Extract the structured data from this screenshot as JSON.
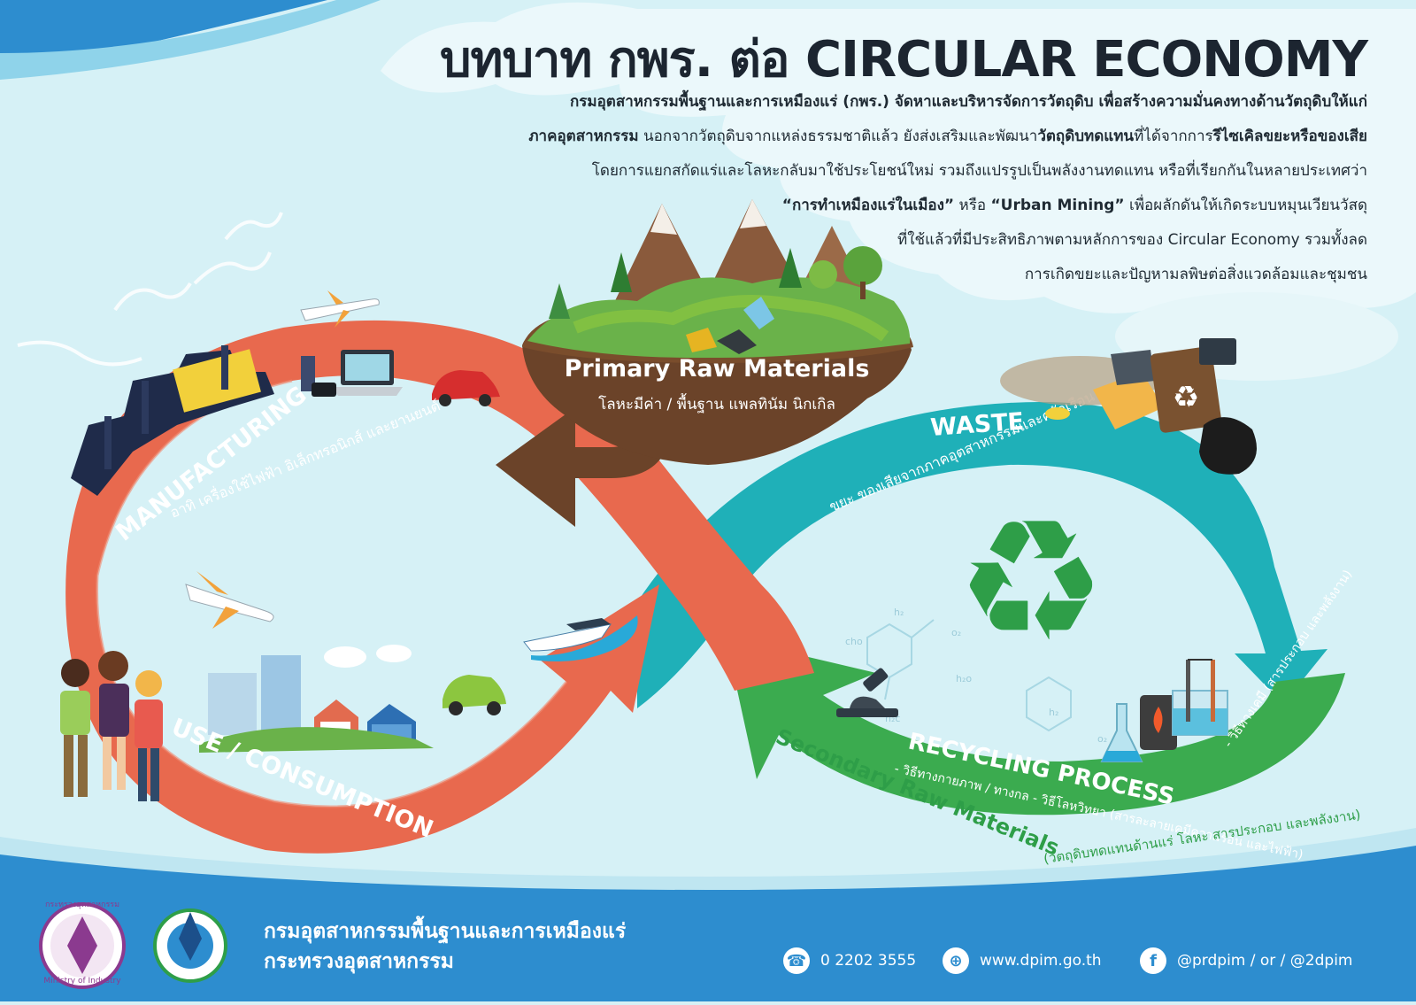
{
  "title": "บทบาท กพร. ต่อ CIRCULAR ECONOMY",
  "intro": {
    "l1_b": "กรมอุตสาหกรรมพื้นฐานและการเหมืองแร่ (กพร.) จัดหาและบริหารจัดการวัตถุดิบ เพื่อสร้างความมั่นคงทางด้านวัตถุดิบให้แก่",
    "l2_b1": "ภาคอุตสาหกรรม",
    "l2_t1": " นอกจากวัตถุดิบจากแหล่งธรรมชาติแล้ว ยังส่งเสริมและพัฒนา",
    "l2_b2": "วัตถุดิบทดแทน",
    "l2_t2": "ที่ได้จากการ",
    "l2_b3": "รีไซเคิลขยะหรือของเสีย",
    "l3": "โดยการแยกสกัดแร่และโลหะกลับมาใช้ประโยชน์ใหม่ รวมถึงแปรรูปเป็นพลังงานทดแทน หรือที่เรียกกันในหลายประเทศว่า",
    "l4_b1": "“การทำเหมืองแร่ในเมือง”",
    "l4_t1": " หรือ ",
    "l4_b2": "“Urban Mining”",
    "l4_t2": " เพื่อผลักดันให้เกิดระบบหมุนเวียนวัสดุ",
    "l5": "ที่ใช้แล้วที่มีประสิทธิภาพตามหลักการของ Circular Economy รวมทั้งลด",
    "l6": "การเกิดขยะและปัญหามลพิษต่อสิ่งแวดล้อมและชุมชน"
  },
  "primary": {
    "title": "Primary Raw Materials",
    "subtitle": "โลหะมีค่า / พื้นฐาน แพลทินัม นิกเกิล"
  },
  "manufacturing": {
    "title": "MANUFACTURING",
    "subtitle": "อาทิ เครื่องใช้ไฟฟ้า อิเล็กทรอนิกส์ และยานยนต์"
  },
  "waste": {
    "title": "WASTE",
    "subtitle": "ขยะ ของเสียจากภาคอุตสาหกรรมและครัวเรือน"
  },
  "use": {
    "title": "USE / CONSUMPTION"
  },
  "recycling": {
    "title": "RECYCLING PROCESS",
    "sub1": "- วิธีทางกายภาพ / ทางกล - วิธีโลหวิทยา (สารละลายเคมีความร้อน และไฟฟ้า)",
    "sub2": "- วิธีทางเคมี (สารประกอบ และพลังงาน)"
  },
  "secondary": {
    "title": "Secondary Raw Materials",
    "subtitle": "(วัตถุดิบทดแทนด้านแร่ โลหะ สารประกอบ และพลังงาน)"
  },
  "footer": {
    "org1": "กรมอุตสาหกรรมพื้นฐานและการเหมืองแร่",
    "org2": "กระทรวงอุตสาหกรรม",
    "logo1_top": "กระทรวงอุตสาหกรรม",
    "logo1_bottom": "Ministry of Industry",
    "phone": "0 2202 3555",
    "web": "www.dpim.go.th",
    "social": "@prdpim / or / @2dpim"
  },
  "chem": {
    "h2a": "h₂",
    "o2": "o₂",
    "cho": "cho",
    "h2o": "h₂o",
    "h2c": "h₂c",
    "h2b": "h₂",
    "o2b": "o₂"
  },
  "colors": {
    "manufacturing": "#e8694e",
    "waste": "#1fb0b8",
    "recycling": "#3bab4f",
    "primary": "#6b4329",
    "footer": "#2d8dcf"
  }
}
